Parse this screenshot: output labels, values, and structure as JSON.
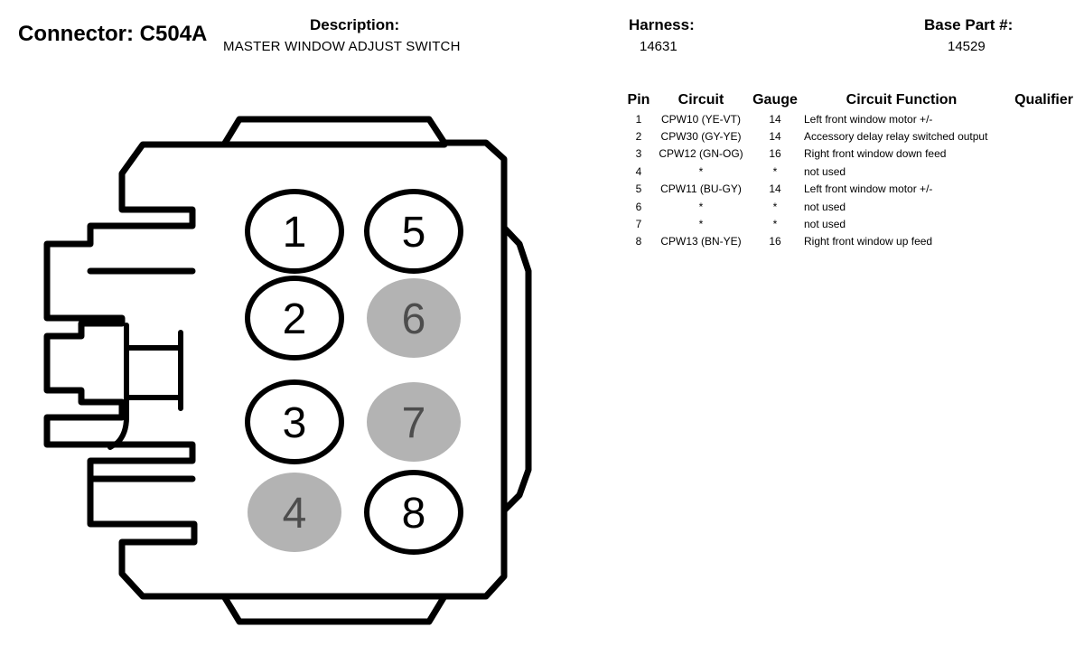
{
  "connector": {
    "label": "Connector: C504A"
  },
  "description": {
    "label": "Description:",
    "value": "MASTER WINDOW ADJUST SWITCH"
  },
  "harness": {
    "label": "Harness:",
    "value": "14631"
  },
  "base_part": {
    "label": "Base Part #:",
    "value": "14529"
  },
  "table": {
    "headers": {
      "pin": "Pin",
      "circuit": "Circuit",
      "gauge": "Gauge",
      "function": "Circuit Function",
      "qualifier": "Qualifier"
    },
    "rows": [
      {
        "pin": "1",
        "circuit": "CPW10 (YE-VT)",
        "gauge": "14",
        "function": "Left front window motor +/-",
        "qualifier": ""
      },
      {
        "pin": "2",
        "circuit": "CPW30 (GY-YE)",
        "gauge": "14",
        "function": "Accessory delay relay switched output",
        "qualifier": ""
      },
      {
        "pin": "3",
        "circuit": "CPW12 (GN-OG)",
        "gauge": "16",
        "function": "Right front window down feed",
        "qualifier": ""
      },
      {
        "pin": "4",
        "circuit": "*",
        "gauge": "*",
        "function": "not used",
        "qualifier": ""
      },
      {
        "pin": "5",
        "circuit": "CPW11 (BU-GY)",
        "gauge": "14",
        "function": "Left front window motor +/-",
        "qualifier": ""
      },
      {
        "pin": "6",
        "circuit": "*",
        "gauge": "*",
        "function": "not used",
        "qualifier": ""
      },
      {
        "pin": "7",
        "circuit": "*",
        "gauge": "*",
        "function": "not used",
        "qualifier": ""
      },
      {
        "pin": "8",
        "circuit": "CPW13 (BN-YE)",
        "gauge": "16",
        "function": "Right front window up feed",
        "qualifier": ""
      }
    ]
  },
  "cavities": [
    {
      "num": "1",
      "used": true
    },
    {
      "num": "2",
      "used": true
    },
    {
      "num": "3",
      "used": true
    },
    {
      "num": "4",
      "used": false
    },
    {
      "num": "5",
      "used": true
    },
    {
      "num": "6",
      "used": false
    },
    {
      "num": "7",
      "used": false
    },
    {
      "num": "8",
      "used": true
    }
  ],
  "colors": {
    "outline": "#000000",
    "unused_fill": "#b3b3b3",
    "unused_text": "#4d4d4d",
    "used_fill": "#ffffff"
  }
}
